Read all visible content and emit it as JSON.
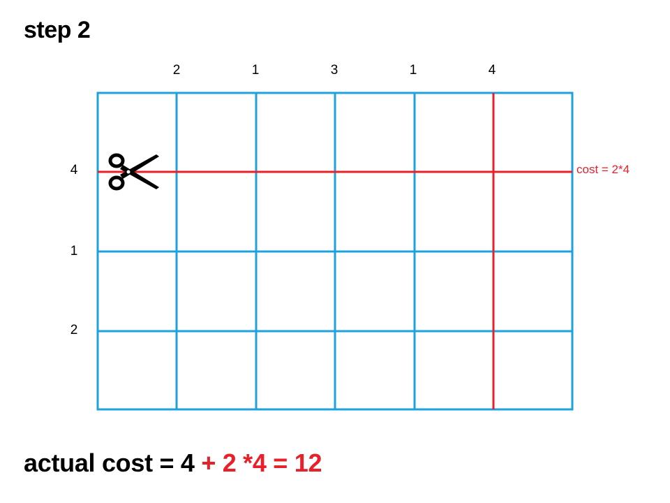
{
  "title": "step 2",
  "column_weights": [
    "2",
    "1",
    "3",
    "1",
    "4"
  ],
  "row_weights": [
    "4",
    "1",
    "2"
  ],
  "cut_annotation": "cost = 2*4",
  "formula": {
    "prefix": "actual cost = 4",
    "highlight": "+ 2 *4 = 12"
  },
  "colors": {
    "grid": "#1ea2dc",
    "cut": "#e8202a",
    "text": "#000000"
  },
  "icons": {
    "cut_tool": "scissors-icon"
  }
}
